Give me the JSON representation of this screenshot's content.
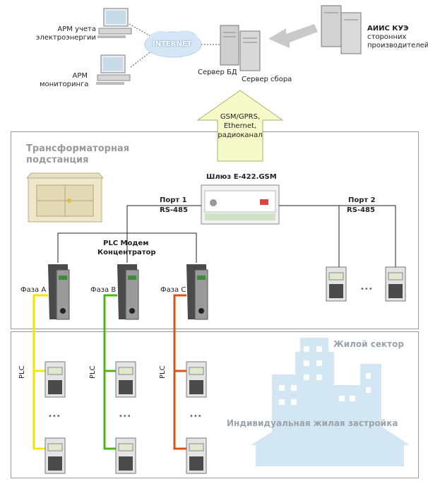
{
  "top": {
    "arm_energy": [
      "АРМ учета",
      "электроэнергии"
    ],
    "arm_monitoring": [
      "АРМ",
      "мониторинга"
    ],
    "internet": "INTERNET",
    "server_db": "Сервер БД",
    "server_collect": "Сервер сбора",
    "aiis_title": "АИИС КУЭ",
    "aiis_sub": [
      "сторонних",
      "производителей"
    ],
    "channel": [
      "GSM/GPRS,",
      "Ethernet,",
      "радиоканал"
    ]
  },
  "substation": {
    "title": [
      "Трансформаторная",
      "подстанция"
    ],
    "gateway": "Шлюз Е-422.GSM",
    "port1": [
      "Порт 1",
      "RS-485"
    ],
    "port2": [
      "Порт 2",
      "RS-485"
    ],
    "plc_modem": [
      "PLC Модем",
      "Концентратор"
    ],
    "phases": [
      "Фаза А",
      "Фаза В",
      "Фаза С"
    ],
    "dots": "•••"
  },
  "residential": {
    "sector": "Жилой сектор",
    "individual": "Индивидуальная жилая застройка",
    "plc": "PLC",
    "dots": "•••"
  },
  "colors": {
    "phase_a": "#f2e600",
    "phase_b": "#4cb51a",
    "phase_c": "#d8531c",
    "arrow_fill": "#f4fbc8",
    "silhouette": "#d3e6f4"
  }
}
